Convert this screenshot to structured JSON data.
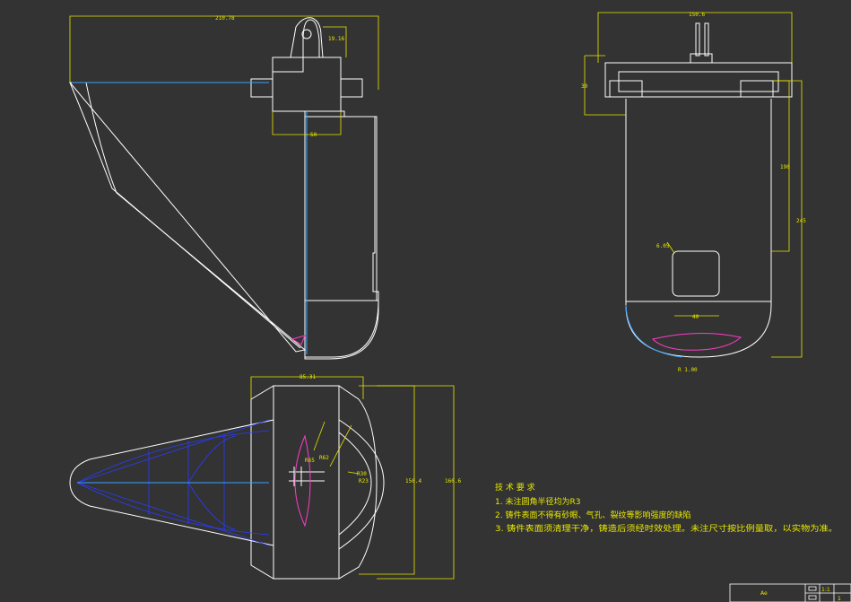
{
  "colors": {
    "background": "#333333",
    "outline": "#ffffff",
    "dimension": "#e8e800",
    "centerline": "#3aa0ff",
    "construction": "#2a3cff",
    "highlight": "#ff3cc8"
  },
  "dimensions": {
    "side_width": "210.78",
    "lug_height": "19.16",
    "body_width": "50",
    "right_top_width": "150.6",
    "right_left_height": "30",
    "right_inner_height": "190",
    "right_total_height": "245",
    "slot_callout": "6.05",
    "slot_width": "40",
    "bottom_radius": "R 1.00",
    "bottom_view_width": "85.31",
    "bottom_view_inner_height": "150.4",
    "bottom_view_total_height": "160.6",
    "callout_a": "R65",
    "callout_b": "R62",
    "callout_c": "R30",
    "callout_d": "R23"
  },
  "notes": {
    "heading": "技 术 要 求",
    "line1": "1. 未注圆角半径均为R3",
    "line2": "2. 铸件表面不得有砂眼、气孔、裂纹等影响强度的缺陷",
    "line3": "3. 铸件表面须清理干净，铸造后须经时效处理。未注尺寸按比例量取，以实物为准。"
  },
  "title_block": {
    "part_name": "Ae",
    "scale": "1:1",
    "sheet": "1"
  }
}
